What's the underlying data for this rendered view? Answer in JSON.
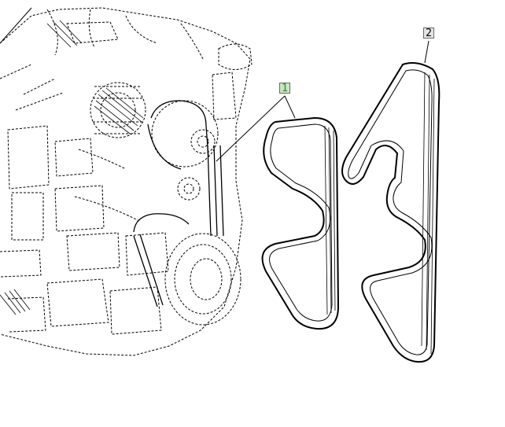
{
  "diagram": {
    "callouts": [
      {
        "id": "1",
        "label": "1",
        "color": "#c8e6c0"
      },
      {
        "id": "2",
        "label": "2",
        "color": "#e4e4e4"
      }
    ],
    "style": {
      "line_color": "#000000",
      "background": "#ffffff"
    }
  }
}
